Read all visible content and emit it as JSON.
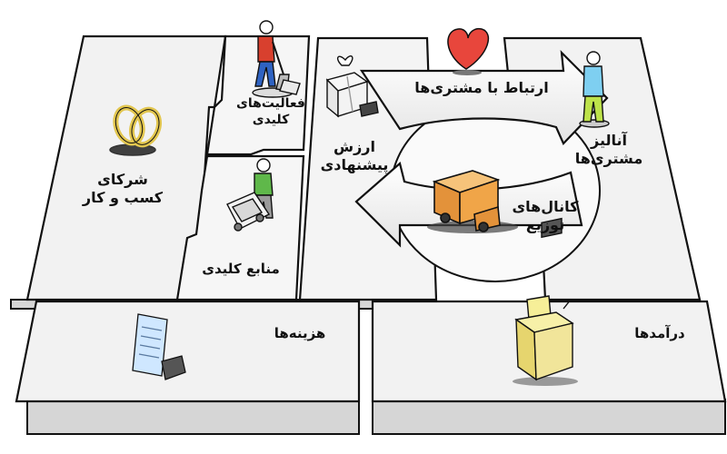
{
  "blocks": {
    "partners": {
      "line1": "شرکای",
      "line2": "کسب و کار"
    },
    "activities": {
      "line1": "فعالیت‌های",
      "line2": "کلیدی"
    },
    "resources": {
      "line1": "منابع کلیدی"
    },
    "value": {
      "line1": "ارزش",
      "line2": "پیشنهادی"
    },
    "relationships": {
      "line1": "ارتباط با مشتری‌ها"
    },
    "channels": {
      "line1": "کانال‌های",
      "line2": "توزیع"
    },
    "segments": {
      "line1": "آنالیز",
      "line2": "مشتری‌ها"
    },
    "costs": {
      "line1": "هزینه‌ها"
    },
    "revenue": {
      "line1": "درآمدها"
    }
  },
  "icons": [
    "rings-icon",
    "worker-digging-icon",
    "worker-machine-icon",
    "gift-box-icon",
    "heart-icon",
    "truck-icon",
    "person-icon",
    "bill-paper-icon",
    "cash-register-icon"
  ],
  "colors": {
    "heart": "#e8463c",
    "truck": "#f0a548",
    "ring": "#e2c64f",
    "person_shirt_red": "#d8402e",
    "person_shirt_green": "#5fb84a",
    "person_blue": "#2f63c2",
    "register": "#f1e59a",
    "paper": "#cfe7ff"
  }
}
